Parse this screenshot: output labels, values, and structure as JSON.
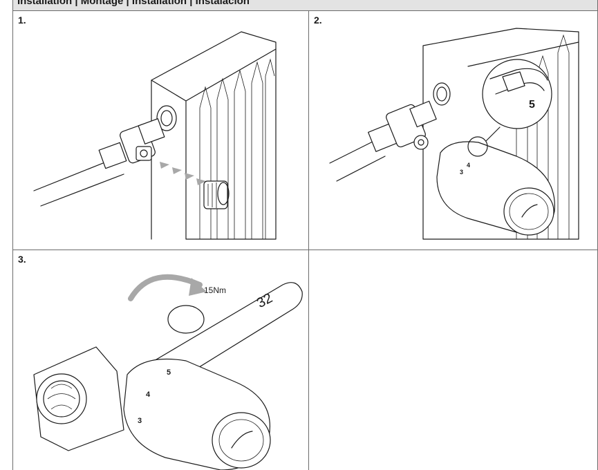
{
  "header": {
    "title": "Installation | Montage | Installation | Instalación"
  },
  "steps": [
    {
      "label": "1."
    },
    {
      "label": "2."
    },
    {
      "label": "3."
    }
  ],
  "illustration_3": {
    "torque": "15Nm",
    "wrench_size": "32"
  },
  "dial": {
    "marks": [
      "3",
      "4",
      "5"
    ]
  },
  "colors": {
    "header_bg": "#e3e3e3",
    "border": "#6b6b6b",
    "arrow": "#a8a8a8"
  }
}
